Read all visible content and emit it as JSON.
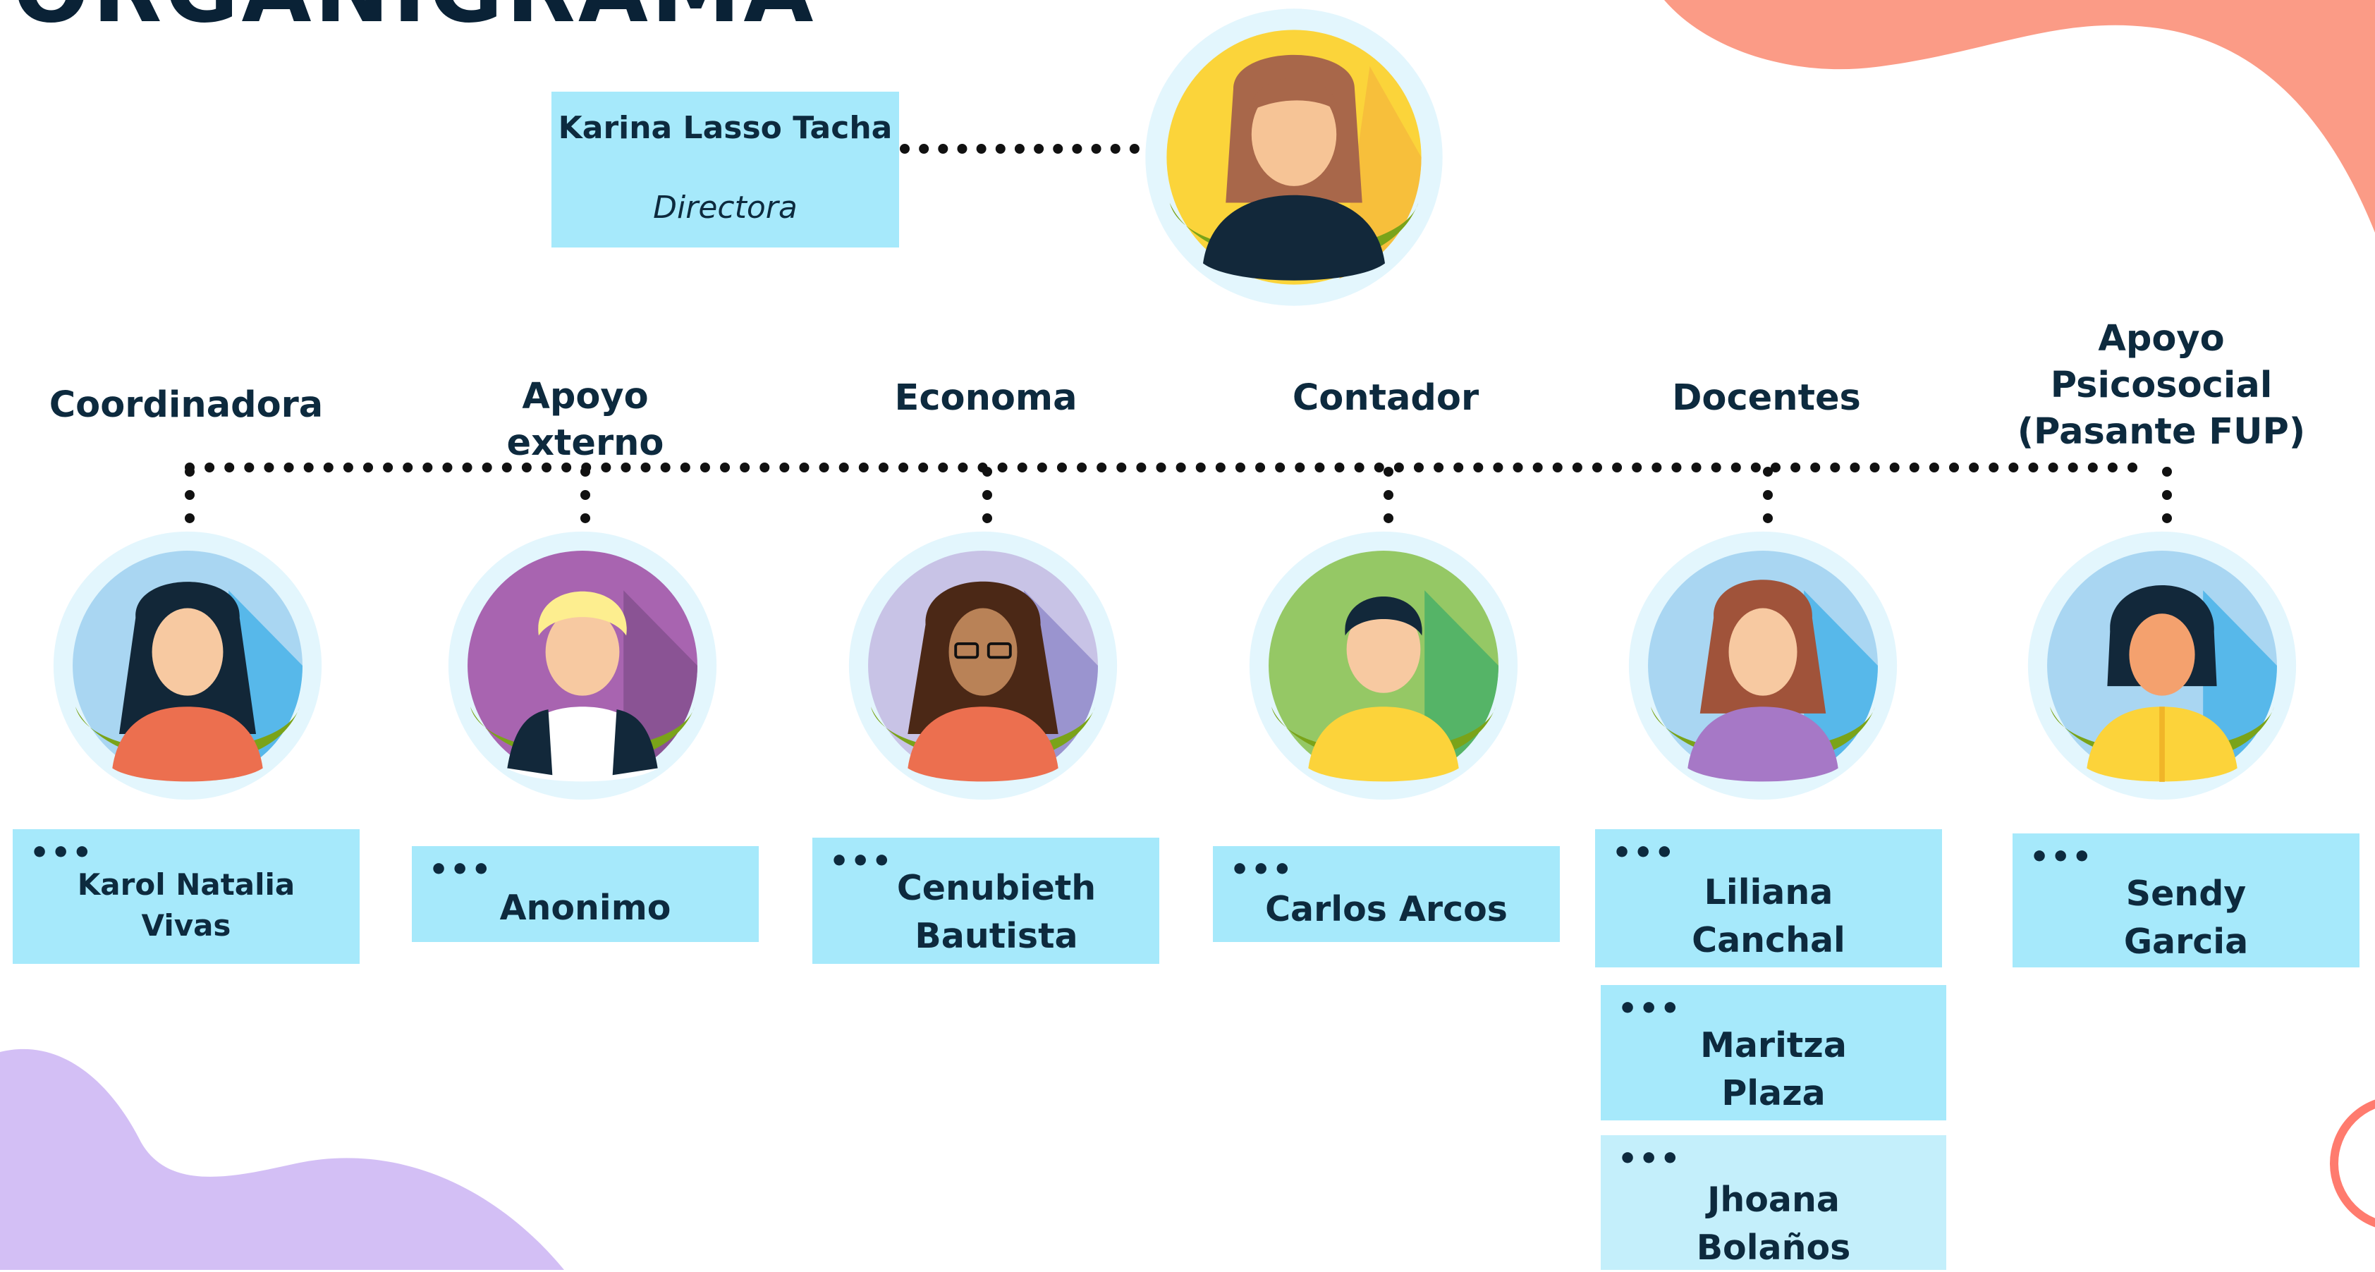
{
  "title": "ORGANIGRAMA",
  "director": {
    "name": "Karina Lasso Tacha",
    "role": "Directora"
  },
  "roles": [
    {
      "id": "coordinadora",
      "label": "Coordinadora"
    },
    {
      "id": "apoyo-externo",
      "label": "Apoyo externo"
    },
    {
      "id": "economa",
      "label": "Economa"
    },
    {
      "id": "contador",
      "label": "Contador"
    },
    {
      "id": "docentes",
      "label": "Docentes"
    },
    {
      "id": "apoyo-psicosocial",
      "label": "Apoyo Psicosocial (Pasante FUP)"
    }
  ],
  "members": [
    {
      "role": "Coordinadora",
      "name": "Karol Natalia Vivas"
    },
    {
      "role": "Apoyo externo",
      "name": "Anonimo"
    },
    {
      "role": "Economa",
      "name": "Cenubieth Bautista"
    },
    {
      "role": "Contador",
      "name": "Carlos Arcos"
    },
    {
      "role": "Docentes",
      "name": "Liliana Canchal"
    },
    {
      "role": "Docentes",
      "name": "Maritza Plaza"
    },
    {
      "role": "Docentes",
      "name": "Jhoana Bolaños"
    },
    {
      "role": "Apoyo Psicosocial (Pasante FUP)",
      "name": "Sendy Garcia"
    }
  ],
  "card_marker": "•••",
  "colors": {
    "card": "#a6e9fb",
    "card_light": "#c4effb",
    "text": "#0d2a3e",
    "blob_top_right": "#fb9b86",
    "blob_bottom_left": "#d3bff5"
  }
}
